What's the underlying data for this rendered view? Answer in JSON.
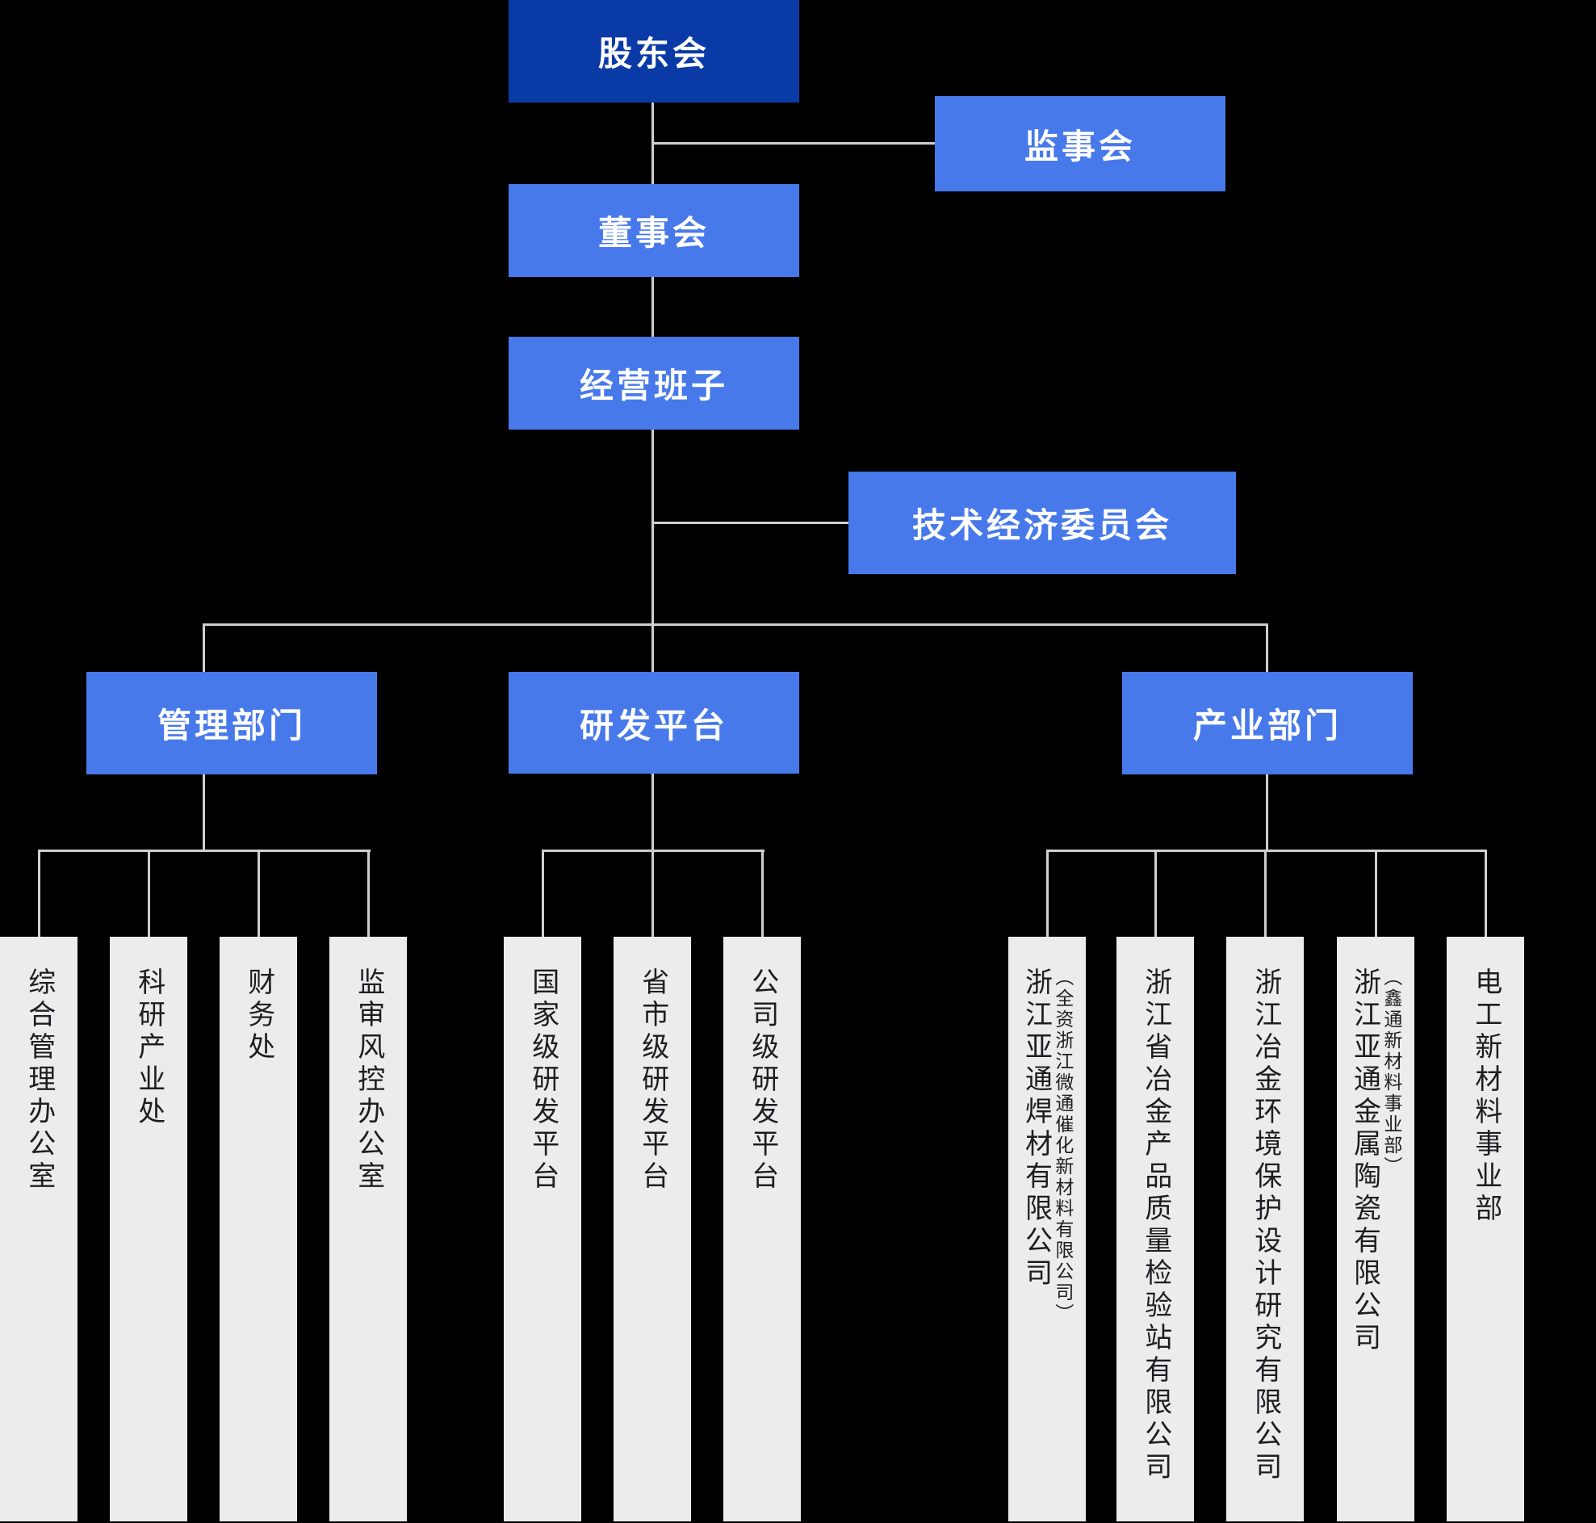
{
  "org_chart": {
    "top_nodes": {
      "shareholders": "股东会",
      "supervisory_board": "监事会",
      "board_of_directors": "董事会",
      "management_team": "经营班子",
      "tech_economic_committee": "技术经济委员会"
    },
    "branches": [
      {
        "label": "管理部门",
        "children": [
          {
            "name": "综合管理办公室"
          },
          {
            "name": "科研产业处"
          },
          {
            "name": "财务处"
          },
          {
            "name": "监审风控办公室"
          }
        ]
      },
      {
        "label": "研发平台",
        "children": [
          {
            "name": "国家级研发平台"
          },
          {
            "name": "省市级研发平台"
          },
          {
            "name": "公司级研发平台"
          }
        ]
      },
      {
        "label": "产业部门",
        "children": [
          {
            "name": "浙江亚通焊材有限公司",
            "sub": "（全资浙江微通催化新材料有限公司）"
          },
          {
            "name": "浙江省冶金产品质量检验站有限公司"
          },
          {
            "name": "浙江冶金环境保护设计研究有限公司"
          },
          {
            "name": "浙江亚通金属陶瓷有限公司",
            "sub": "（鑫通新材料事业部）"
          },
          {
            "name": "电工新材料事业部"
          }
        ]
      }
    ],
    "colors": {
      "primary_dark_blue": "#0A3AA6",
      "primary_blue": "#4779EA",
      "leaf_box_gray": "#ECECED",
      "connector_gray": "#CFCFCF",
      "header_text": "#FFFFFF",
      "leaf_text": "#1E1E22",
      "background": "#000000"
    }
  }
}
